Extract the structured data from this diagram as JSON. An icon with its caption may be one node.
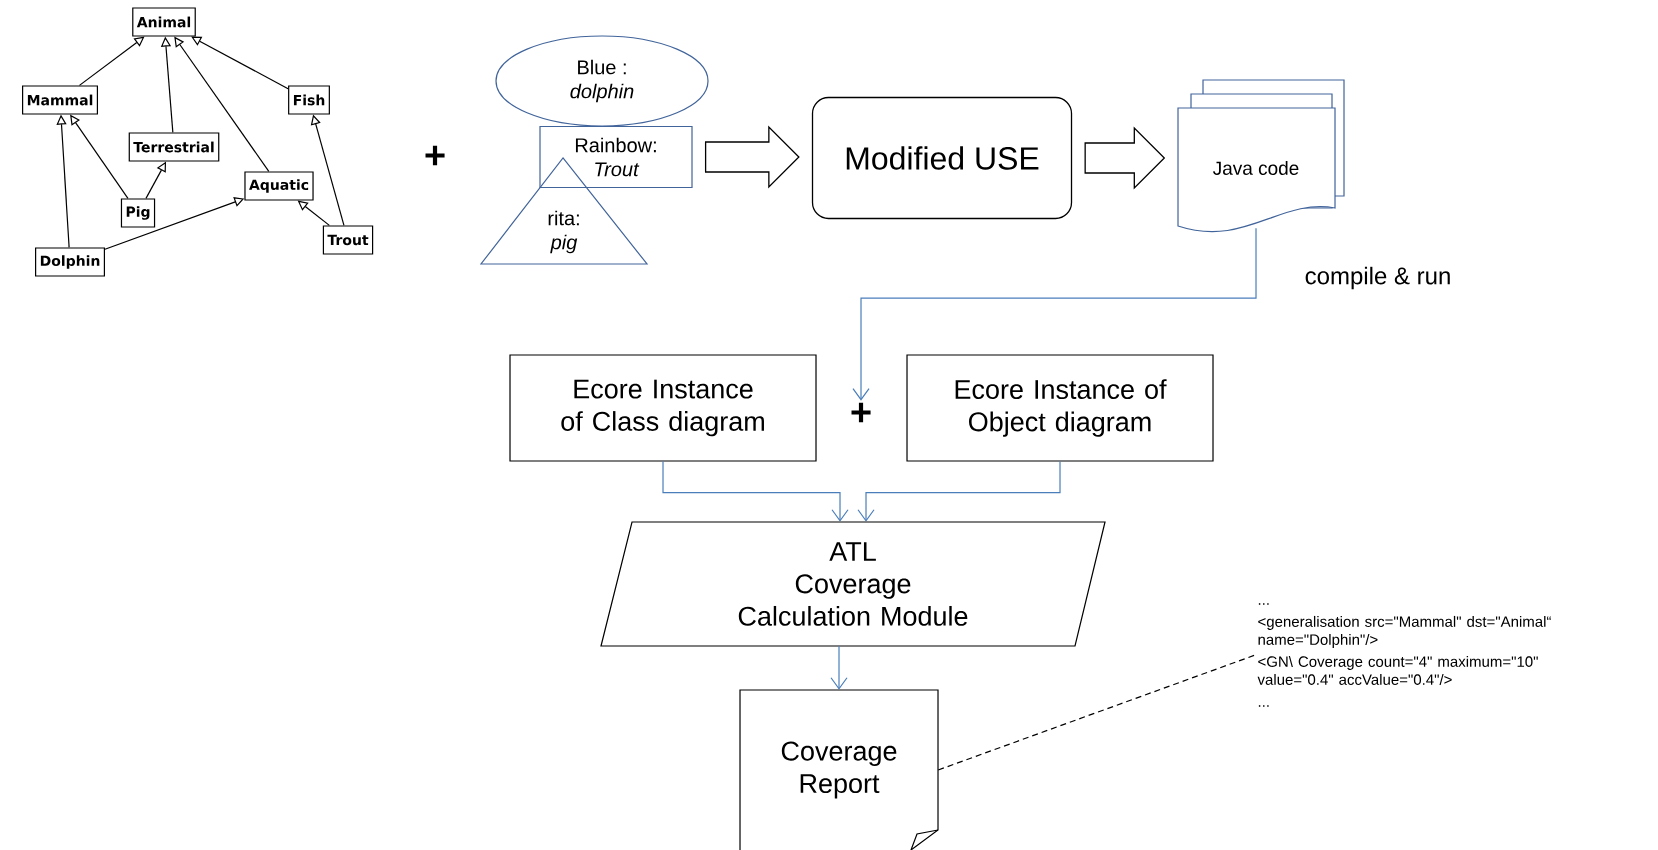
{
  "diagram": {
    "nodes": [
      {
        "text": [
          "Animal"
        ]
      },
      {
        "text": [
          "Mammal"
        ]
      },
      {
        "text": [
          "Fish"
        ]
      },
      {
        "text": [
          "Terrestrial"
        ]
      },
      {
        "text": [
          "Aquatic"
        ]
      },
      {
        "text": [
          "Pig"
        ]
      },
      {
        "text": [
          "Trout"
        ]
      },
      {
        "text": [
          "Dolphin"
        ]
      },
      {
        "text": [
          "Blue :",
          "dolphin"
        ]
      },
      {
        "text": [
          "Rainbow:",
          "Trout"
        ]
      },
      {
        "text": [
          "rita:",
          "pig"
        ]
      },
      {
        "text": [
          "Modified USE"
        ]
      },
      {
        "text": [
          "Java code"
        ]
      },
      {
        "text": [
          "Ecore Instance of Class diagram"
        ]
      },
      {
        "text": [
          "+"
        ]
      },
      {
        "text": [
          "Ecore Instance of Object diagram"
        ]
      },
      {
        "text": [
          "ATL",
          "Coverage Calculation Module"
        ]
      },
      {
        "text": [
          "Coverage Report"
        ]
      },
      {
        "text": [
          "...",
          "<generalisation src=\"Mammal\" dst=\"Animal“ name=\"Dolphin\"/>",
          "<GN\\ Coverage count=\"4\" maximum=\"10\" value=\"0.4\" accValue=\"0.4\"/>",
          "..."
        ]
      }
    ],
    "edges": [
      {
        "from": 1,
        "to": 0,
        "arrow": "to"
      },
      {
        "from": 3,
        "to": 0,
        "arrow": "to"
      },
      {
        "from": 4,
        "to": 0,
        "arrow": "to"
      },
      {
        "from": 2,
        "to": 0,
        "arrow": "to"
      },
      {
        "from": 5,
        "to": 1,
        "arrow": "to"
      },
      {
        "from": 5,
        "to": 3,
        "arrow": "to"
      },
      {
        "from": 7,
        "to": 1,
        "arrow": "to"
      },
      {
        "from": 7,
        "to": 4,
        "arrow": "to"
      },
      {
        "from": 6,
        "to": 4,
        "arrow": "to"
      },
      {
        "from": 6,
        "to": 2,
        "arrow": "to"
      },
      {
        "from": 9,
        "to": 11,
        "arrow": "to",
        "style": "thick"
      },
      {
        "from": 11,
        "to": 12,
        "arrow": "to",
        "style": "thick"
      },
      {
        "from": 12,
        "to": 14,
        "arrow": "to",
        "label": "compile & run",
        "color": "#4a7ebb"
      },
      {
        "from": 13,
        "to": 16,
        "arrow": "to",
        "color": "#4a7ebb"
      },
      {
        "from": 15,
        "to": 16,
        "arrow": "to",
        "color": "#4a7ebb"
      },
      {
        "from": 16,
        "to": 17,
        "arrow": "to",
        "color": "#4a7ebb"
      },
      {
        "from": 17,
        "to": 18,
        "arrow": "none",
        "style": "dashed"
      }
    ],
    "labels": [
      "+"
    ]
  }
}
